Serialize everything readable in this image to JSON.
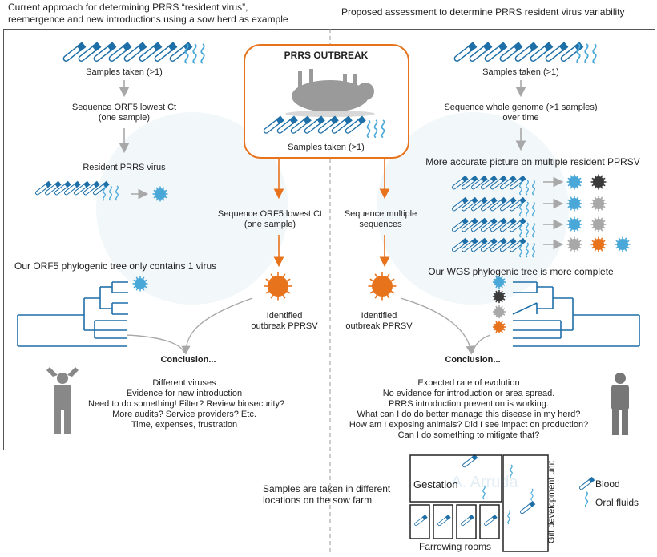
{
  "headers": {
    "left": [
      "Current approach for determining PRRS “resident virus”,",
      "reemergence and new introductions using a sow herd as example"
    ],
    "right": "Proposed assessment to determine PRRS resident virus variability"
  },
  "outbreak": {
    "title": "PRRS OUTBREAK",
    "samples": "Samples taken (>1)"
  },
  "left": {
    "samples": "Samples taken (>1)",
    "sequence": [
      "Sequence ORF5 lowest Ct",
      "(one sample)"
    ],
    "resident": "Resident PRRS virus",
    "tree": "Our ORF5 phylogenic tree only contains 1 virus",
    "conclusion_title": "Conclusion...",
    "conclusion": [
      "Different viruses",
      "Evidence for new introduction",
      "Need to do something! Filter? Review biosecurity?",
      "More audits? Service providers? Etc.",
      "Time, expenses, frustration"
    ]
  },
  "center": {
    "left_seq": [
      "Sequence ORF5 lowest Ct",
      "(one sample)"
    ],
    "right_seq": [
      "Sequence multiple",
      "sequences"
    ],
    "identified_left": [
      "Identified",
      "outbreak PPRSV"
    ],
    "identified_right": [
      "Identified",
      "outbreak PPRSV"
    ]
  },
  "right": {
    "samples": "Samples taken (>1)",
    "sequence": [
      "Sequence whole genome (>1 samples)",
      "over time"
    ],
    "picture": "More accurate picture on multiple resident PPRSV",
    "tree": "Our WGS phylogenic tree is more complete",
    "conclusion_title": "Conclusion...",
    "conclusion": [
      "Expected rate of evolution",
      "No evidence for introduction or area spread.",
      "PRRS introduction prevention is working.",
      "What can I do do better manage this disease in my herd?",
      "How am I exposing animals? Did I see impact on production?",
      "Can I do something to mitigate that?"
    ]
  },
  "farm": {
    "caption": [
      "Samples are taken in different",
      "locations on the sow farm"
    ],
    "gestation": "Gestation",
    "farrowing": "Farrowing rooms",
    "gdu": "Gilt development unit",
    "watermark": "A. Arruda"
  },
  "legend": {
    "blood": "Blood",
    "oral": "Oral fluids"
  },
  "colors": {
    "blue": "#1e6fa8",
    "light_blue": "#4aa8d8",
    "orange": "#e8731d",
    "gray": "#a8a8a8",
    "dark": "#3a3a3a"
  }
}
